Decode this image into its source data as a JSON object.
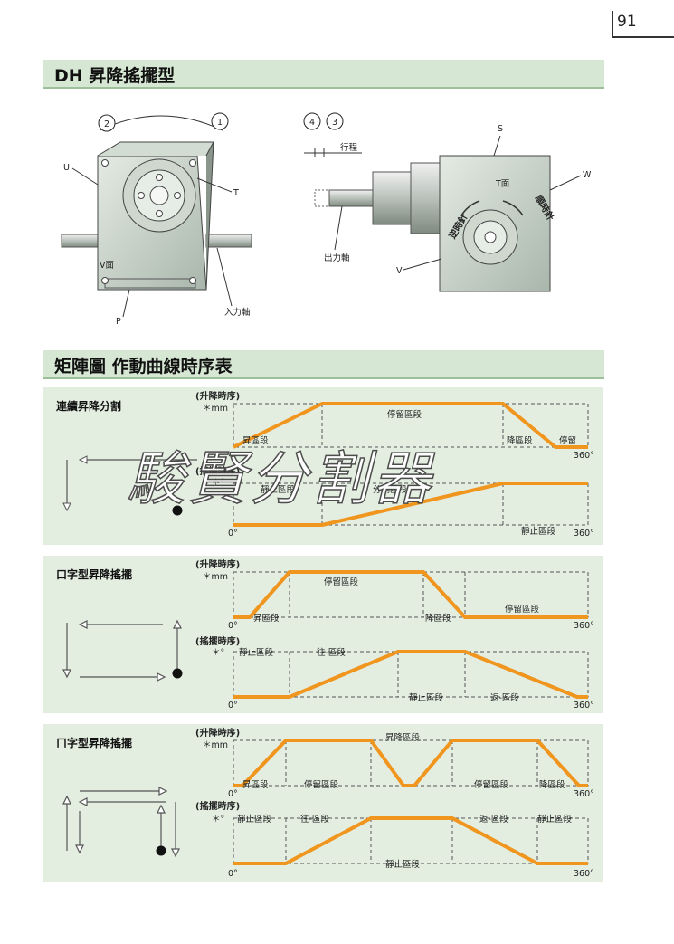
{
  "page_number": "91",
  "section1": {
    "title": "DH 昇降搖擺型"
  },
  "section2": {
    "title": "矩陣圖  作動曲線時序表"
  },
  "drawing_left": {
    "circle_2": "2",
    "circle_1": "1",
    "label_u": "U",
    "label_t": "T",
    "label_v": "V面",
    "label_p": "P",
    "label_input": "入力軸"
  },
  "drawing_right": {
    "circle_4": "4",
    "circle_3": "3",
    "label_stroke": "行程",
    "label_s": "S",
    "label_w": "W",
    "label_tface": "T面",
    "label_ccw": "逆時針",
    "label_cw": "順時針",
    "label_output": "出力軸",
    "label_v": "V"
  },
  "panel1": {
    "title": "連續昇降分割",
    "lift_title": "(升降時序)",
    "lift_unit": "＊mm",
    "swing_title": "(搖擺時序)",
    "swing_unit": "＊°",
    "dwell": "停留區段",
    "lift": "昇區段",
    "lower": "降區段",
    "dwell_short": "停留",
    "index": "分割區段",
    "stop": "靜止區段",
    "stop_short": "靜止區段",
    "deg0": "0°",
    "deg360": "360°"
  },
  "panel2": {
    "title": "口字型昇降搖擺",
    "lift_title": "(升降時序)",
    "lift_unit": "＊mm",
    "swing_title": "(搖擺時序)",
    "swing_unit": "＊°",
    "dwell1": "停留區段",
    "lift": "昇區段",
    "lower": "降區段",
    "dwell2": "停留區段",
    "stop1": "靜止區段",
    "go": "往-區段",
    "stop2": "靜止區段",
    "back": "返-區段",
    "deg0": "0°",
    "deg360": "360°"
  },
  "panel3": {
    "title": "ㄇ字型昇降搖擺",
    "lift_title": "(升降時序)",
    "lift_unit": "＊mm",
    "swing_title": "(搖擺時序)",
    "swing_unit": "＊°",
    "liftlower": "昇降區段",
    "lift": "昇區段",
    "dwell1": "停留區段",
    "dwell2": "停留區段",
    "lower": "降區段",
    "stop1": "靜止區段",
    "go": "往-區段",
    "back": "返-區段",
    "stop2": "靜止區段",
    "stop3": "靜止區段",
    "deg0": "0°",
    "deg360": "360°"
  },
  "watermark": "駿賢分割器",
  "colors": {
    "curve": "#f0951e",
    "panel": "#e3eee1",
    "header": "#d6e8d4"
  }
}
